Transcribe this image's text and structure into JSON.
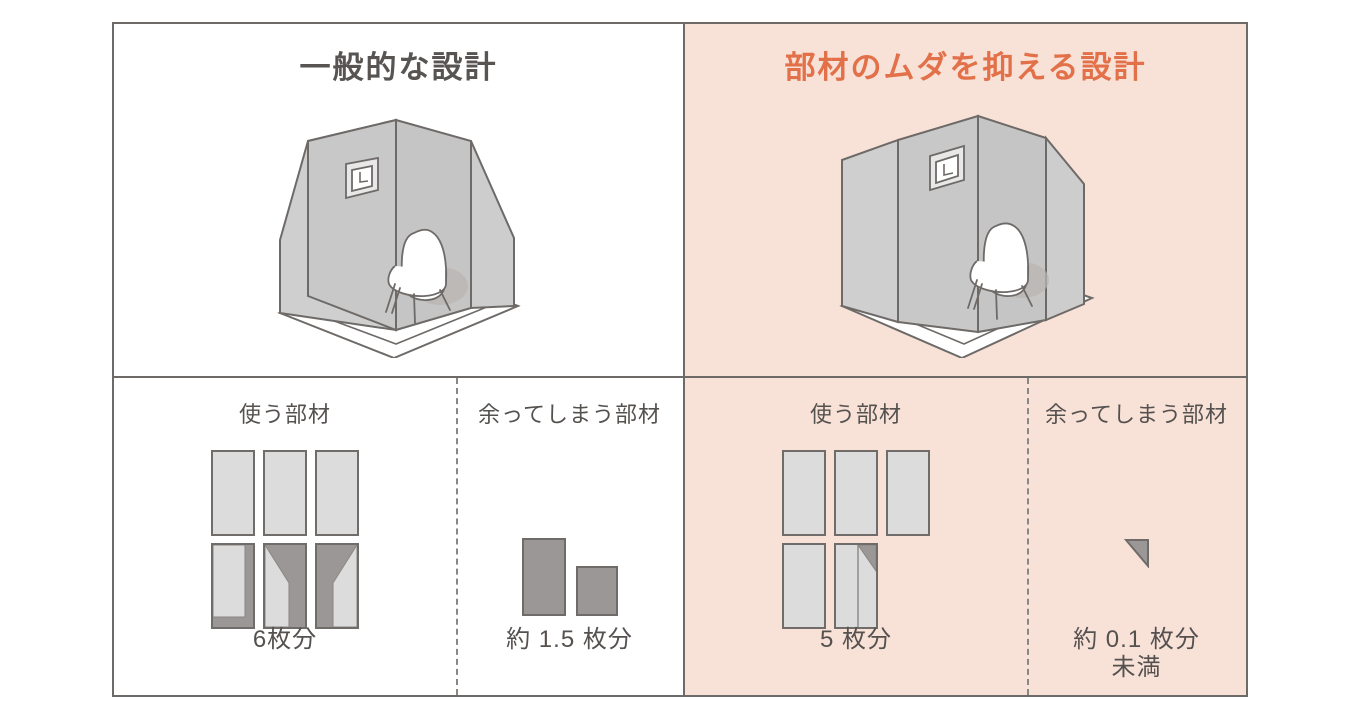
{
  "figure": {
    "left_panel": {
      "title": "一般的な設計",
      "title_color": "#575452",
      "background": "#ffffff",
      "illustration": "room-angled-walls-with-chair-and-picture-frame",
      "use_section": {
        "heading": "使う部材",
        "count_label": "6枚分",
        "board_count": 6,
        "boards": [
          {
            "id": 1,
            "type": "plain"
          },
          {
            "id": 2,
            "type": "plain"
          },
          {
            "id": 3,
            "type": "plain"
          },
          {
            "id": 4,
            "type": "waste-l-border"
          },
          {
            "id": 5,
            "type": "waste-angled-left"
          },
          {
            "id": 6,
            "type": "waste-angled-right"
          }
        ]
      },
      "waste_section": {
        "heading": "余ってしまう部材",
        "count_label": "約 1.5 枚分",
        "blocks": [
          {
            "id": 1,
            "size": "tall"
          },
          {
            "id": 2,
            "size": "short"
          }
        ]
      }
    },
    "right_panel": {
      "title": "部材のムダを抑える設計",
      "title_color": "#e2714a",
      "background": "#f8e2d8",
      "illustration": "room-straight-walls-with-chair-and-picture-frame",
      "use_section": {
        "heading": "使う部材",
        "count_label": "5 枚分",
        "board_count": 5,
        "boards": [
          {
            "id": 1,
            "type": "plain"
          },
          {
            "id": 2,
            "type": "plain"
          },
          {
            "id": 3,
            "type": "plain"
          },
          {
            "id": 4,
            "type": "plain"
          },
          {
            "id": 5,
            "type": "split-with-corner-triangle"
          }
        ]
      },
      "waste_section": {
        "heading": "余ってしまう部材",
        "count_label": "約 0.1 枚分",
        "count_label_second_line": "未満",
        "blocks": [
          {
            "id": 1,
            "size": "small-triangle"
          }
        ]
      }
    },
    "colors": {
      "frame_border": "#6e6a68",
      "accent": "#e2714a",
      "peach_background": "#f8e2d8",
      "text": "#55514f",
      "board_fill": "#dcdcdc",
      "waste_fill": "#9b9796",
      "wall_fill": "#cfcfcf"
    }
  }
}
